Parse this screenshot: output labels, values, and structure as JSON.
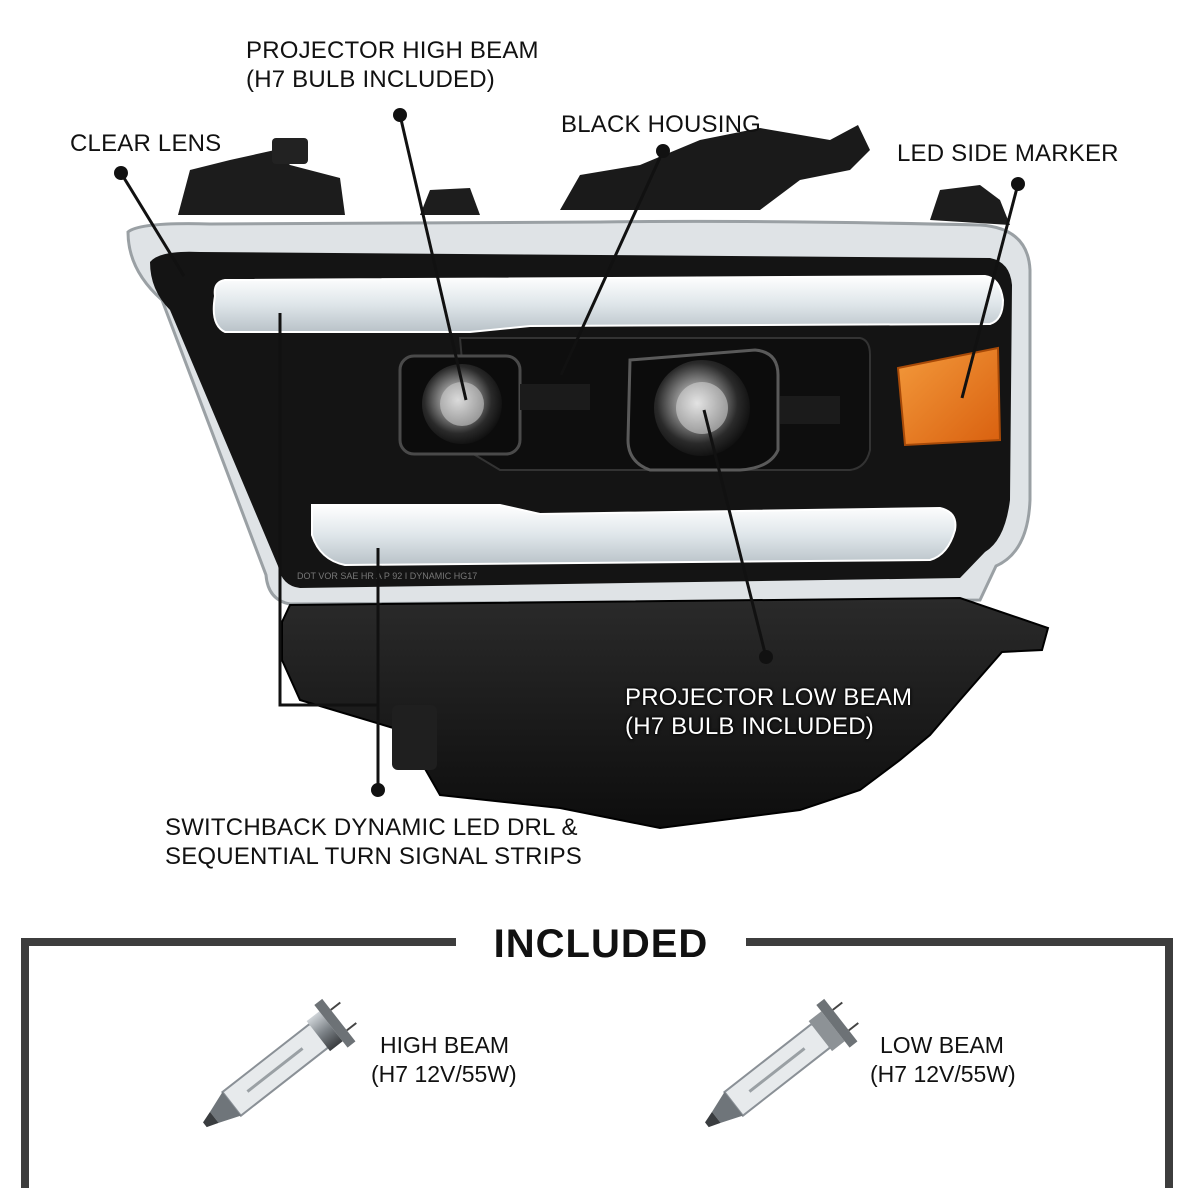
{
  "callouts": {
    "clear_lens": "CLEAR LENS",
    "high_beam": [
      "PROJECTOR HIGH BEAM",
      "(H7 BULB INCLUDED)"
    ],
    "black_housing": "BLACK HOUSING",
    "side_marker": "LED SIDE MARKER",
    "low_beam": [
      "PROJECTOR LOW BEAM",
      "(H7 BULB INCLUDED)"
    ],
    "drl": [
      "SWITCHBACK DYNAMIC LED DRL &",
      "SEQUENTIAL TURN SIGNAL STRIPS"
    ]
  },
  "lens_markings": "DOT VOR SAE HR   A P 92 I     DYNAMIC   HG17",
  "included": {
    "title": "INCLUDED",
    "bulbs": [
      {
        "name": "HIGH BEAM",
        "spec": "(H7 12V/55W)"
      },
      {
        "name": "LOW BEAM",
        "spec": "(H7 12V/55W)"
      }
    ]
  },
  "colors": {
    "housing": "#141414",
    "frame": "#3d3d3d",
    "amber_marker": "#e8781c",
    "drl_strip": "#e9eef2"
  }
}
